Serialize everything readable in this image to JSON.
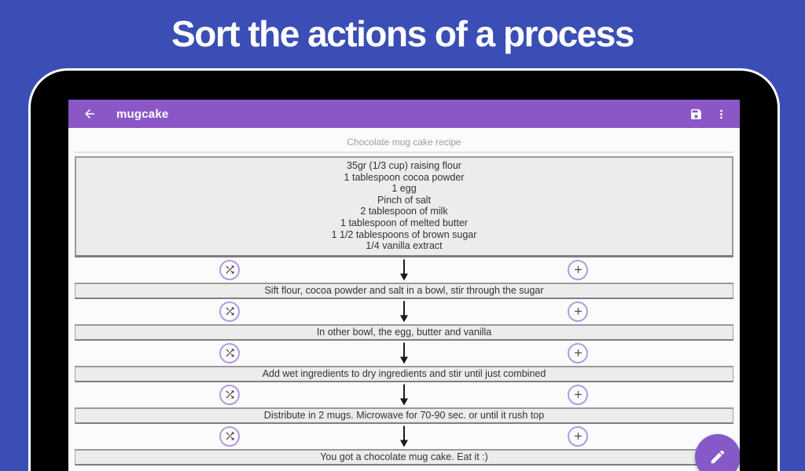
{
  "banner": {
    "title": "Sort the actions of a process"
  },
  "toolbar": {
    "title": "mugcake",
    "back_icon": "arrow-back",
    "save_icon": "save-floppy",
    "menu_icon": "more-vert"
  },
  "recipe": {
    "title": "Chocolate mug cake recipe",
    "ingredients": [
      "35gr (1/3 cup) raising flour",
      "1 tablespoon cocoa powder",
      "1 egg",
      "Pinch of salt",
      "2 tablespoon of milk",
      "1 tablespoon of melted butter",
      "1 1/2 tablespoons of brown sugar",
      "1/4 vanilla extract"
    ],
    "steps": [
      "Sift flour, cocoa powder and salt in a bowl, stir through the sugar",
      "In other bowl, the egg, butter and vanilla",
      "Add wet ingredients to dry ingredients and stir until just combined",
      "Distribute in 2 mugs. Microwave for 70-90 sec. or until it rush top",
      "You got a chocolate mug cake. Eat it :)"
    ]
  },
  "fab": {
    "icon": "edit-pencil"
  },
  "colors": {
    "background": "#3B4EB5",
    "toolbar": "#8B57C6",
    "fab": "#8659C9",
    "circle_border": "#B49BDE",
    "box_fill": "#ECECEC",
    "heading_text": "#9E9E9E",
    "step_text": "#333333",
    "icon_glyph": "#4A4A4A"
  }
}
